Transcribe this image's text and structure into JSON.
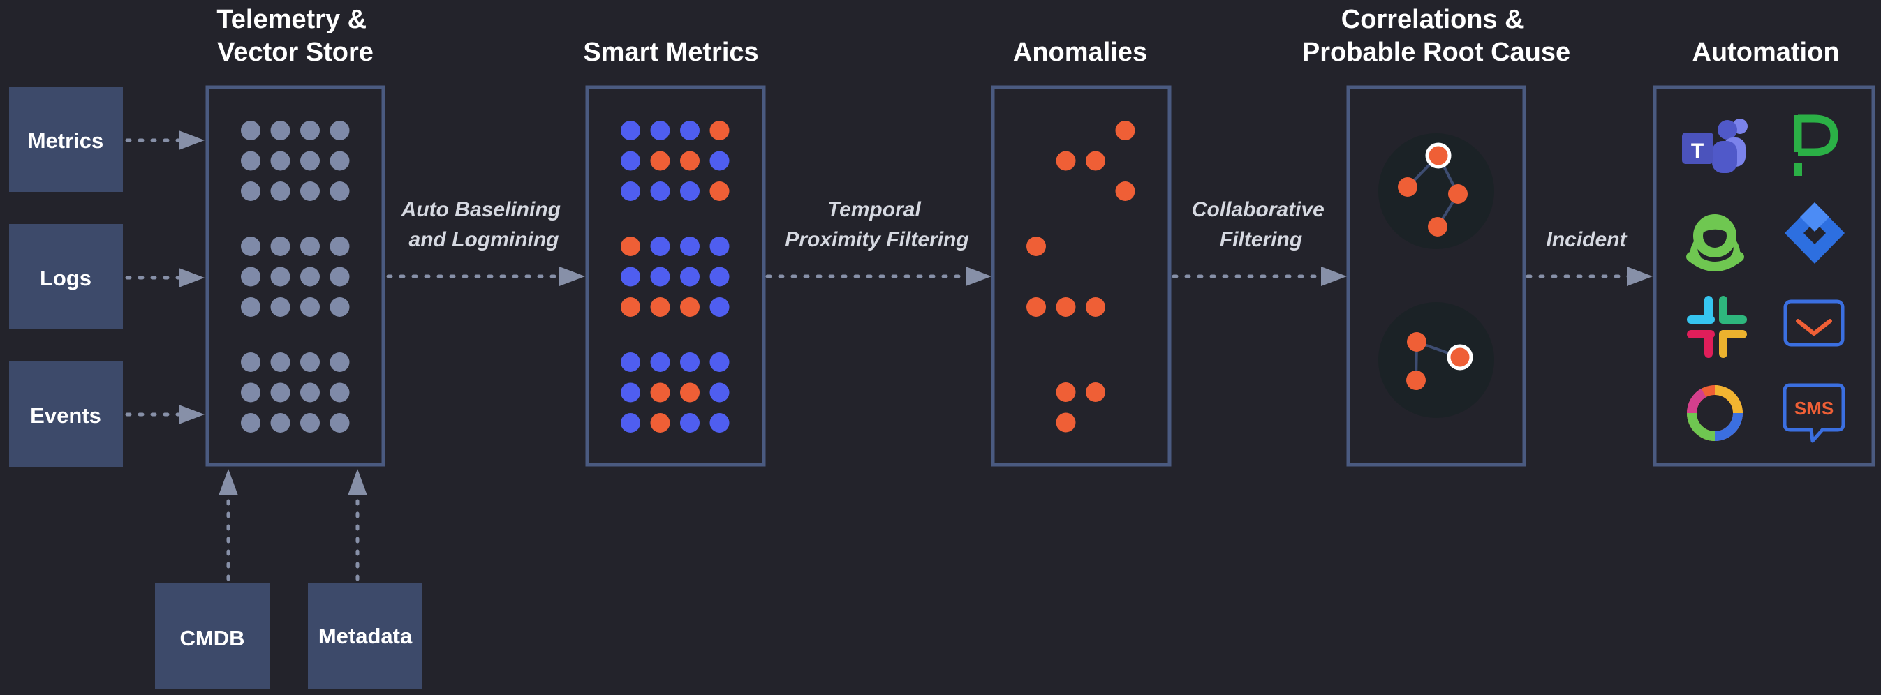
{
  "titles": {
    "telemetry": [
      "Telemetry &",
      "Vector Store"
    ],
    "smart_metrics": [
      "Smart Metrics"
    ],
    "anomalies": [
      "Anomalies"
    ],
    "correlations": [
      "Correlations &",
      "Probable Root Cause"
    ],
    "automation": [
      "Automation"
    ]
  },
  "sources": {
    "metrics": "Metrics",
    "logs": "Logs",
    "events": "Events",
    "cmdb": "CMDB",
    "metadata": "Metadata"
  },
  "edges": {
    "auto_baselining": [
      "Auto Baselining",
      "and Logmining"
    ],
    "temporal": [
      "Temporal",
      "Proximity Filtering"
    ],
    "collaborative": [
      "Collaborative",
      "Filtering"
    ],
    "incident": [
      "Incident"
    ]
  },
  "sms_label": "SMS",
  "colors": {
    "background": "#23232b",
    "box_fill": "#3d4a6a",
    "panel_border": "#4a5a80",
    "neutral_dot": "#7f8aa8",
    "normal_dot": "#4f5ef0",
    "anomaly_dot": "#ef5f36",
    "arrow": "#8790a8",
    "graph_bg": "#1b2226"
  },
  "telemetry_groups": [
    [
      "n",
      "n",
      "n",
      "n",
      "n",
      "n",
      "n",
      "n",
      "n",
      "n",
      "n",
      "n"
    ],
    [
      "n",
      "n",
      "n",
      "n",
      "n",
      "n",
      "n",
      "n",
      "n",
      "n",
      "n",
      "n"
    ],
    [
      "n",
      "n",
      "n",
      "n",
      "n",
      "n",
      "n",
      "n",
      "n",
      "n",
      "n",
      "n"
    ]
  ],
  "smart_metric_groups": [
    [
      "b",
      "b",
      "b",
      "o",
      "b",
      "o",
      "o",
      "b",
      "b",
      "b",
      "b",
      "o"
    ],
    [
      "o",
      "b",
      "b",
      "b",
      "b",
      "b",
      "b",
      "b",
      "o",
      "o",
      "o",
      "b"
    ],
    [
      "b",
      "b",
      "b",
      "b",
      "b",
      "o",
      "o",
      "b",
      "b",
      "o",
      "b",
      "b"
    ]
  ],
  "anomaly_clusters": [
    {
      "dots": [
        [
          0,
          3
        ],
        [
          1,
          1
        ],
        [
          1,
          2
        ],
        [
          2,
          3
        ]
      ]
    },
    {
      "dots": [
        [
          0,
          0
        ],
        [
          2,
          0
        ],
        [
          2,
          1
        ],
        [
          2,
          2
        ]
      ]
    },
    {
      "dots": [
        [
          0,
          1
        ],
        [
          0,
          2
        ],
        [
          1,
          1
        ]
      ]
    }
  ],
  "automation_icons": [
    "teams-icon",
    "pagerduty-icon",
    "opsgenie-icon",
    "jira-icon",
    "slack-icon",
    "email-icon",
    "webex-icon",
    "sms-icon"
  ]
}
